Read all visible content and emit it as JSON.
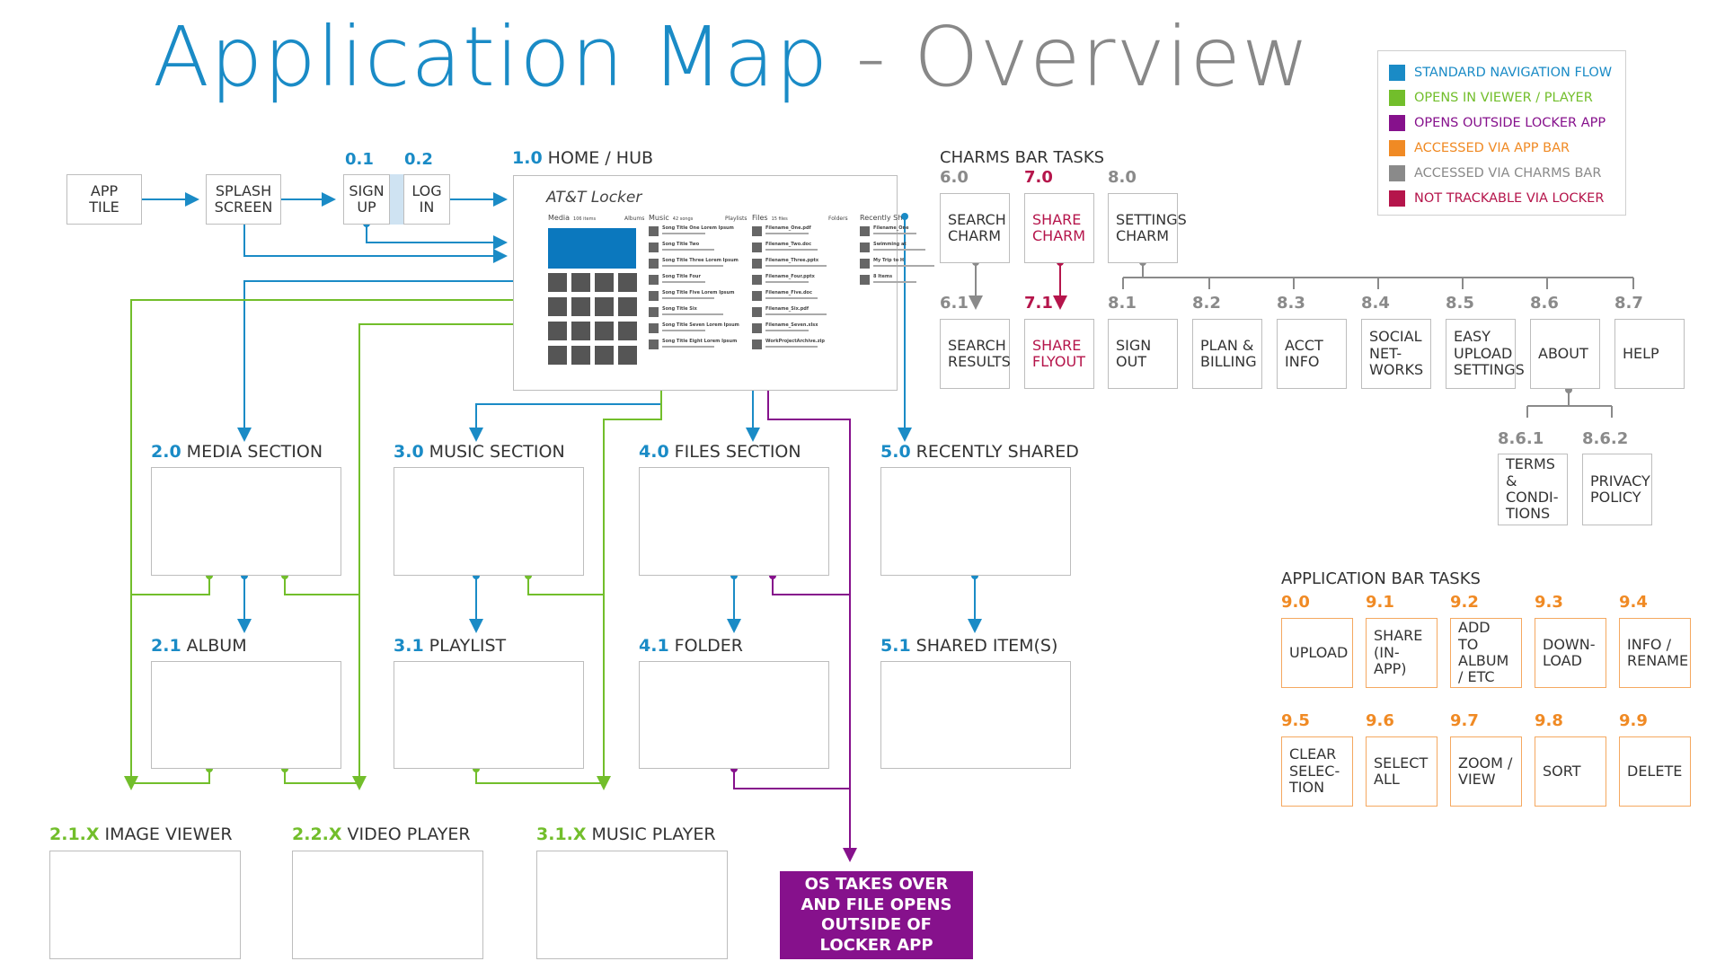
{
  "title": {
    "part1": "Application Map",
    "sep": " - ",
    "part2": "Overview"
  },
  "legend": [
    {
      "label": "STANDARD NAVIGATION FLOW",
      "color": "#1a8bc6"
    },
    {
      "label": "OPENS IN VIEWER / PLAYER",
      "color": "#72be2b"
    },
    {
      "label": "OPENS OUTSIDE LOCKER APP",
      "color": "#86118c"
    },
    {
      "label": "ACCESSED VIA APP BAR",
      "color": "#f08a24"
    },
    {
      "label": "ACCESSED VIA CHARMS BAR",
      "color": "#8a8a8a"
    },
    {
      "label": "NOT TRACKABLE VIA LOCKER",
      "color": "#b5154b"
    }
  ],
  "entry": {
    "app_tile": "APP TILE",
    "splash": "SPLASH SCREEN",
    "signup_num": "0.1",
    "signup": "SIGN UP",
    "login_num": "0.2",
    "login": "LOG IN"
  },
  "hub": {
    "num": "1.0",
    "label": "HOME / HUB",
    "app_title": "AT&T Locker",
    "columns": [
      {
        "name": "Media",
        "count": "106 items",
        "right": "Albums"
      },
      {
        "name": "Music",
        "count": "42 songs",
        "right": "Playlists"
      },
      {
        "name": "Files",
        "count": "15 files",
        "right": "Folders"
      },
      {
        "name": "Recently Sh"
      }
    ],
    "music_items": [
      "Song Title One Lorem Ipsum",
      "Song Title Two",
      "Song Title Three Lorem Ipsum",
      "Song Title Four",
      "Song Title Five Lorem Ipsum",
      "Song Title Six",
      "Song Title Seven Lorem Ipsum",
      "Song Title Eight Lorem Ipsum"
    ],
    "file_items": [
      "Filename_One.pdf",
      "Filename_Two.doc",
      "Filename_Three.pptx",
      "Filename_Four.pptx",
      "Filename_Five.doc",
      "Filename_Six.pdf",
      "Filename_Seven.xlsx",
      "WorkProjectArchive.zip"
    ],
    "recent_items": [
      "Filename_One",
      "Swimming at",
      "My Trip to H",
      "8 Items"
    ]
  },
  "sections": {
    "media": {
      "num": "2.0",
      "label": "MEDIA SECTION"
    },
    "music": {
      "num": "3.0",
      "label": "MUSIC SECTION"
    },
    "files": {
      "num": "4.0",
      "label": "FILES SECTION"
    },
    "recent": {
      "num": "5.0",
      "label": "RECENTLY SHARED"
    },
    "album": {
      "num": "2.1",
      "label": "ALBUM"
    },
    "playlist": {
      "num": "3.1",
      "label": "PLAYLIST"
    },
    "folder": {
      "num": "4.1",
      "label": "FOLDER"
    },
    "shared_items": {
      "num": "5.1",
      "label": "SHARED ITEM(S)"
    },
    "image_viewer": {
      "num": "2.1.X",
      "label": "IMAGE VIEWER"
    },
    "video_player": {
      "num": "2.2.X",
      "label": "VIDEO PLAYER"
    },
    "music_player": {
      "num": "3.1.X",
      "label": "MUSIC PLAYER"
    }
  },
  "os_box": "OS TAKES OVER AND FILE OPENS OUTSIDE OF LOCKER APP",
  "charms": {
    "title": "CHARMS BAR TASKS",
    "search_num": "6.0",
    "search": "SEARCH CHARM",
    "share_num": "7.0",
    "share": "SHARE CHARM",
    "settings_num": "8.0",
    "settings": "SETTINGS CHARM",
    "search_results_num": "6.1",
    "search_results": "SEARCH RESULTS",
    "share_flyout_num": "7.1",
    "share_flyout": "SHARE FLYOUT",
    "settings_items": [
      {
        "num": "8.1",
        "label": "SIGN OUT"
      },
      {
        "num": "8.2",
        "label": "PLAN & BILLING"
      },
      {
        "num": "8.3",
        "label": "ACCT INFO"
      },
      {
        "num": "8.4",
        "label": "SOCIAL NET-WORKS"
      },
      {
        "num": "8.5",
        "label": "EASY UPLOAD SETTINGS"
      },
      {
        "num": "8.6",
        "label": "ABOUT"
      },
      {
        "num": "8.7",
        "label": "HELP"
      }
    ],
    "about_items": [
      {
        "num": "8.6.1",
        "label": "TERMS & CONDI-TIONS"
      },
      {
        "num": "8.6.2",
        "label": "PRIVACY POLICY"
      }
    ]
  },
  "appbar": {
    "title": "APPLICATION BAR TASKS",
    "items": [
      {
        "num": "9.0",
        "label": "UPLOAD"
      },
      {
        "num": "9.1",
        "label": "SHARE (IN-APP)"
      },
      {
        "num": "9.2",
        "label": "ADD TO ALBUM / ETC"
      },
      {
        "num": "9.3",
        "label": "DOWN-LOAD"
      },
      {
        "num": "9.4",
        "label": "INFO / RENAME"
      },
      {
        "num": "9.5",
        "label": "CLEAR SELEC-TION"
      },
      {
        "num": "9.6",
        "label": "SELECT ALL"
      },
      {
        "num": "9.7",
        "label": "ZOOM / VIEW"
      },
      {
        "num": "9.8",
        "label": "SORT"
      },
      {
        "num": "9.9",
        "label": "DELETE"
      }
    ]
  }
}
